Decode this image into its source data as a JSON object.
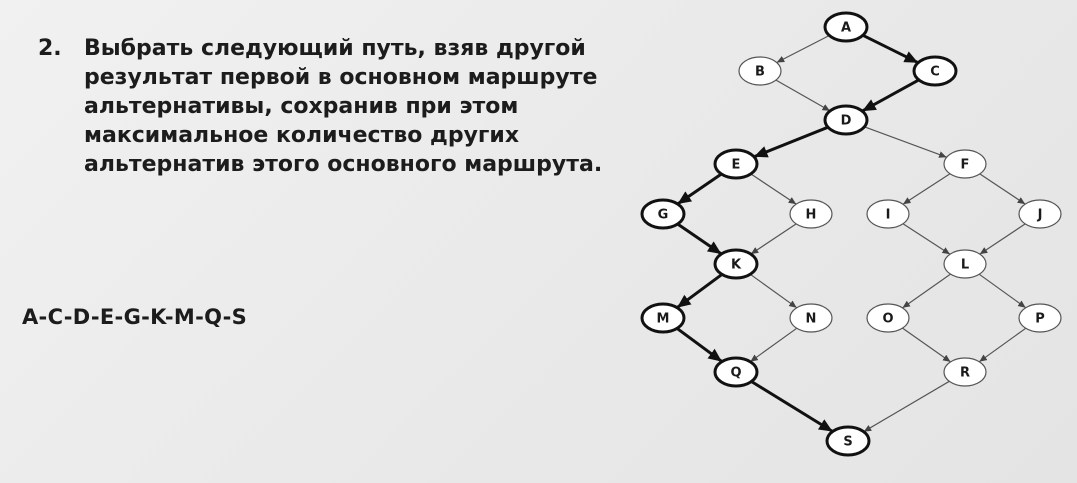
{
  "task": {
    "number": "2.",
    "lines": [
      "Выбрать следующий путь, взяв другой",
      "результат первой в основном маршруте",
      "альтернативы, сохранив при этом",
      "максимальное количество других",
      "альтернатив этого основного маршрута."
    ]
  },
  "answer": "A-C-D-E-G-K-M-Q-S",
  "graph": {
    "nodes": [
      {
        "id": "A",
        "label": "A",
        "highlighted": true
      },
      {
        "id": "B",
        "label": "B",
        "highlighted": false
      },
      {
        "id": "C",
        "label": "C",
        "highlighted": true
      },
      {
        "id": "D",
        "label": "D",
        "highlighted": true
      },
      {
        "id": "E",
        "label": "E",
        "highlighted": true
      },
      {
        "id": "F",
        "label": "F",
        "highlighted": false
      },
      {
        "id": "G",
        "label": "G",
        "highlighted": true
      },
      {
        "id": "H",
        "label": "H",
        "highlighted": false
      },
      {
        "id": "I",
        "label": "I",
        "highlighted": false
      },
      {
        "id": "J",
        "label": "J",
        "highlighted": false
      },
      {
        "id": "K",
        "label": "K",
        "highlighted": true
      },
      {
        "id": "L",
        "label": "L",
        "highlighted": false
      },
      {
        "id": "M",
        "label": "M",
        "highlighted": true
      },
      {
        "id": "N",
        "label": "N",
        "highlighted": false
      },
      {
        "id": "O",
        "label": "O",
        "highlighted": false
      },
      {
        "id": "P",
        "label": "P",
        "highlighted": false
      },
      {
        "id": "Q",
        "label": "Q",
        "highlighted": true
      },
      {
        "id": "R",
        "label": "R",
        "highlighted": false
      },
      {
        "id": "S",
        "label": "S",
        "highlighted": true
      }
    ],
    "edges": [
      {
        "from": "A",
        "to": "B",
        "highlighted": false
      },
      {
        "from": "A",
        "to": "C",
        "highlighted": true
      },
      {
        "from": "B",
        "to": "D",
        "highlighted": false
      },
      {
        "from": "C",
        "to": "D",
        "highlighted": true
      },
      {
        "from": "D",
        "to": "E",
        "highlighted": true
      },
      {
        "from": "D",
        "to": "F",
        "highlighted": false
      },
      {
        "from": "E",
        "to": "G",
        "highlighted": true
      },
      {
        "from": "E",
        "to": "H",
        "highlighted": false
      },
      {
        "from": "G",
        "to": "K",
        "highlighted": true
      },
      {
        "from": "H",
        "to": "K",
        "highlighted": false
      },
      {
        "from": "F",
        "to": "I",
        "highlighted": false
      },
      {
        "from": "F",
        "to": "J",
        "highlighted": false
      },
      {
        "from": "I",
        "to": "L",
        "highlighted": false
      },
      {
        "from": "J",
        "to": "L",
        "highlighted": false
      },
      {
        "from": "K",
        "to": "M",
        "highlighted": true
      },
      {
        "from": "K",
        "to": "N",
        "highlighted": false
      },
      {
        "from": "M",
        "to": "Q",
        "highlighted": true
      },
      {
        "from": "N",
        "to": "Q",
        "highlighted": false
      },
      {
        "from": "L",
        "to": "O",
        "highlighted": false
      },
      {
        "from": "L",
        "to": "P",
        "highlighted": false
      },
      {
        "from": "O",
        "to": "R",
        "highlighted": false
      },
      {
        "from": "P",
        "to": "R",
        "highlighted": false
      },
      {
        "from": "Q",
        "to": "S",
        "highlighted": true
      },
      {
        "from": "R",
        "to": "S",
        "highlighted": false
      }
    ]
  }
}
